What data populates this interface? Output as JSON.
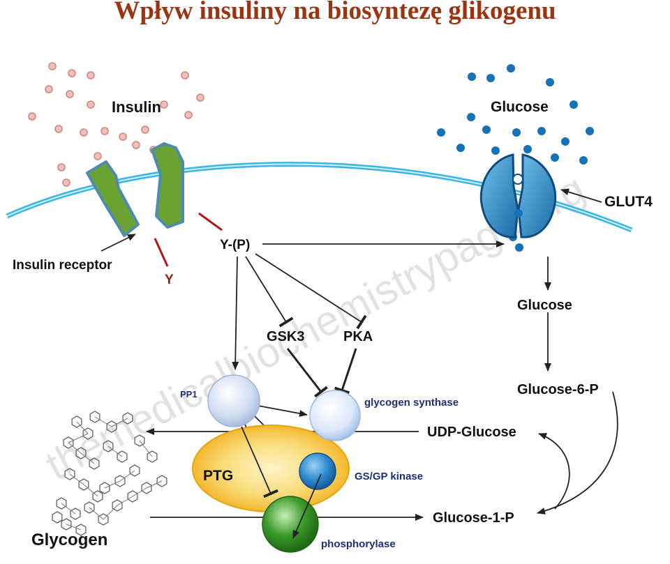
{
  "title": "Wpływ insuliny na biosyntezę glikogenu",
  "watermark": "themedicalbiochemistrypage.org",
  "colors": {
    "title": "#9a3412",
    "membrane": "#39b6e6",
    "receptor": "#6aa232",
    "insulin_dot": "#e8a49c",
    "glucose_dot": "#1672b8",
    "glut4": "#2a88c4",
    "ptg": "#f2b01c",
    "pp1": "#cfdcf2",
    "glycogen_synthase": "#dce8fb",
    "gs_gp_kinase": "#2c8ad0",
    "phosphorylase": "#3a9a2a",
    "phospho_red": "#b01818"
  },
  "labels": {
    "insulin": "Insulin",
    "glucose_out": "Glucose",
    "glut4": "GLUT4",
    "insulin_receptor": "Insulin receptor",
    "y": "Y",
    "y_p": "Y-(P)",
    "glucose_in": "Glucose",
    "gsk3": "GSK3",
    "pka": "PKA",
    "glucose_6_p": "Glucose-6-P",
    "pp1": "PP1",
    "glycogen_synthase": "glycogen synthase",
    "udp_glucose": "UDP-Glucose",
    "ptg": "PTG",
    "gs_gp_kinase": "GS/GP kinase",
    "glucose_1_p": "Glucose-1-P",
    "glycogen": "Glycogen",
    "phosphorylase": "phosphorylase"
  }
}
